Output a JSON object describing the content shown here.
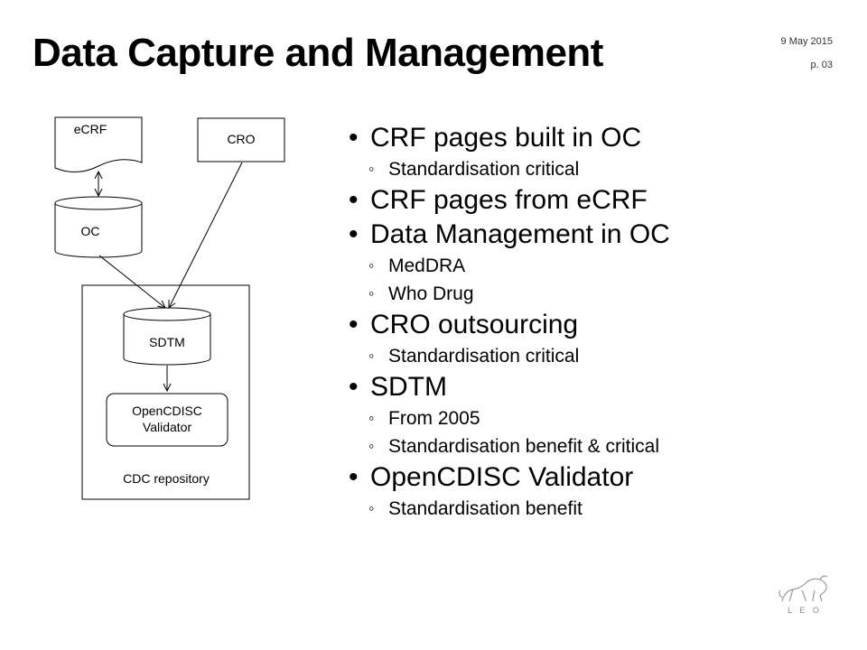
{
  "slide": {
    "title": "Data Capture and Management",
    "date": "9 May 2015",
    "page": "p. 03"
  },
  "diagram": {
    "ecrf": "eCRF",
    "cro": "CRO",
    "oc": "OC",
    "sdtm": "SDTM",
    "validator_line1": "OpenCDISC",
    "validator_line2": "Validator",
    "repository": "CDC repository"
  },
  "bullets": [
    {
      "text": "CRF pages built in OC",
      "subs": [
        "Standardisation critical"
      ]
    },
    {
      "text": "CRF pages from eCRF",
      "subs": []
    },
    {
      "text": "Data Management in OC",
      "subs": [
        "MedDRA",
        "Who Drug"
      ]
    },
    {
      "text": "CRO outsourcing",
      "subs": [
        "Standardisation critical"
      ]
    },
    {
      "text": "SDTM",
      "subs": [
        "From 2005",
        "Standardisation benefit & critical"
      ]
    },
    {
      "text": "OpenCDISC Validator",
      "subs": [
        "Standardisation benefit"
      ]
    }
  ],
  "logo": {
    "text": "L E O",
    "icon": "lion-icon"
  }
}
